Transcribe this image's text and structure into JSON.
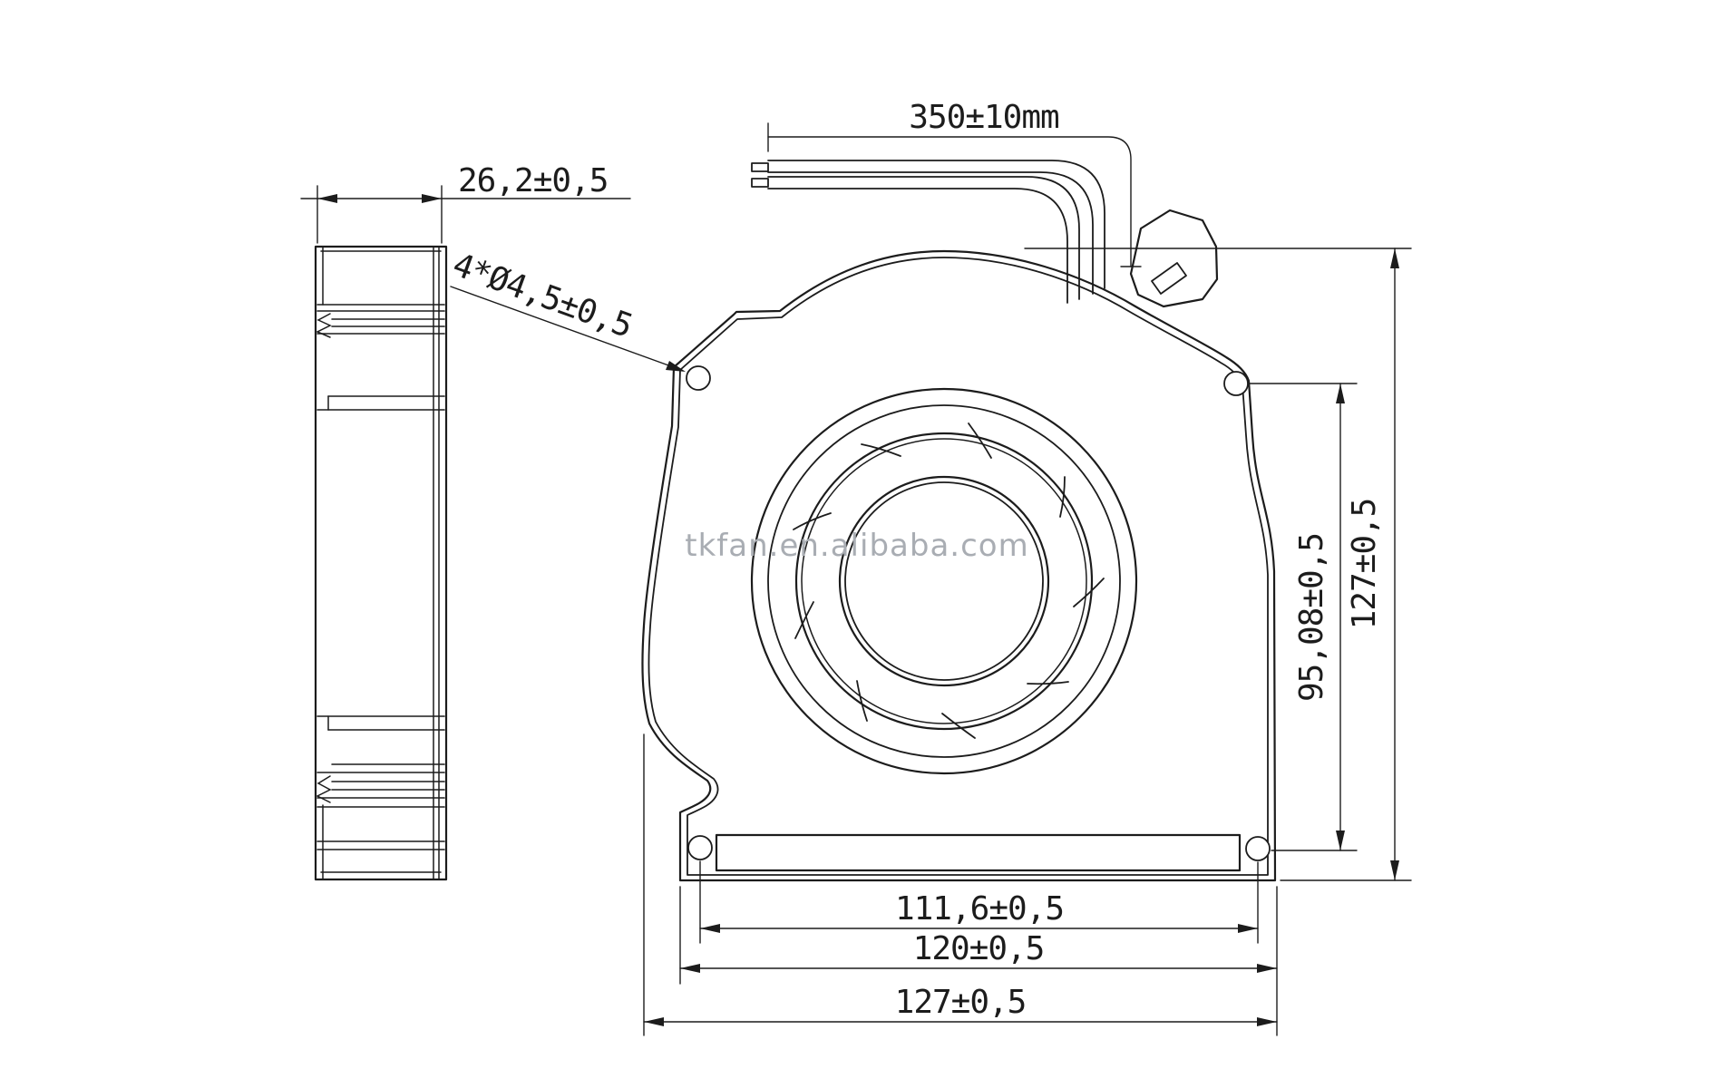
{
  "drawing": {
    "type": "fan-technical-drawing",
    "views": [
      "side-view",
      "front-view"
    ],
    "watermark": "tkfan.en.alibaba.com",
    "dimensions": {
      "side_thickness": "26,2±0,5",
      "mounting_holes": "4*Ø4,5±0,5",
      "wire_length": "350±10mm",
      "hole_spacing_vertical": "95,08±0,5",
      "height_overall": "127±0,5",
      "hole_spacing_horizontal": "111,6±0,5",
      "body_width": "120±0,5",
      "width_overall": "127±0,5"
    }
  }
}
